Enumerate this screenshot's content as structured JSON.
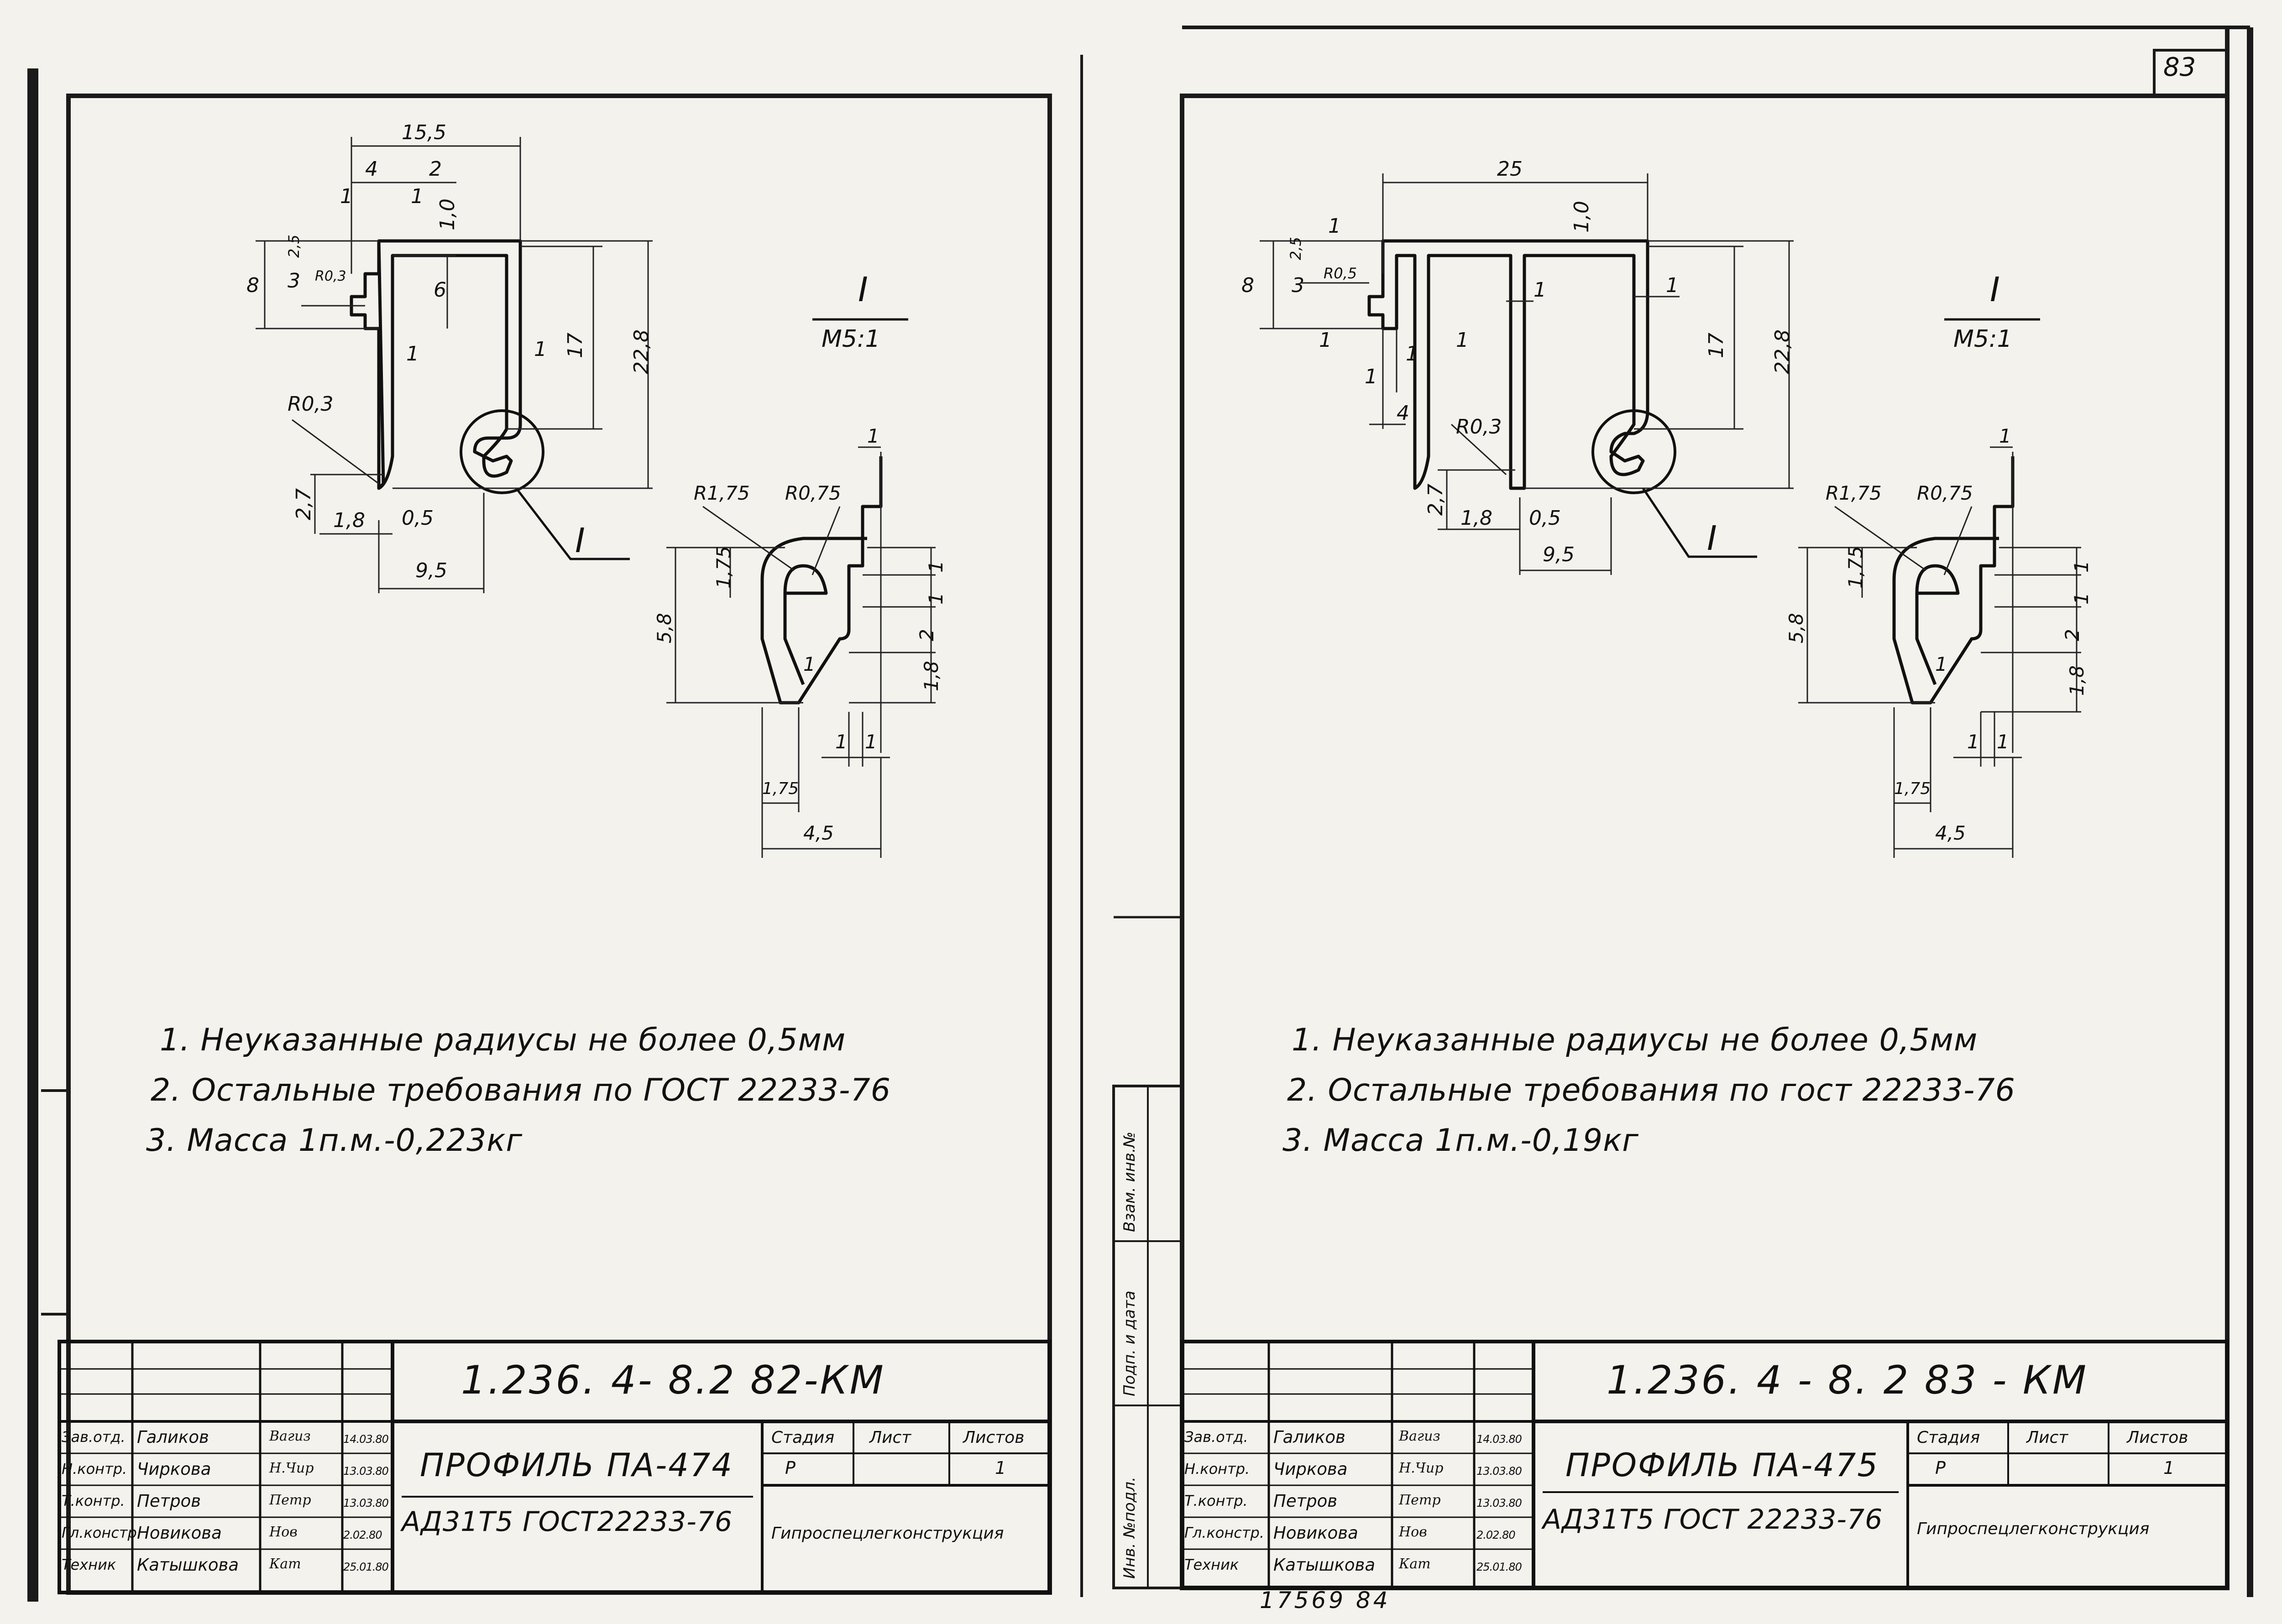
{
  "sheet_number_top": "83",
  "bottom_stamp": "17569   84",
  "left_sheet": {
    "notes": [
      "1. Неуказанные радиусы не более 0,5мм",
      "2. Остальные требования по ГОСТ 22233-76",
      "3. Масса 1п.м.-0,223кг"
    ],
    "detail_label": "I",
    "detail_scale": "М5:1",
    "callout": "I",
    "dims_main": [
      "15,5",
      "4",
      "2",
      "1",
      "1",
      "1,0",
      "2,5",
      "3",
      "R0,3",
      "8",
      "6",
      "1",
      "1",
      "17",
      "22,8",
      "R0,3",
      "2,7",
      "1,8",
      "0,5",
      "9,5"
    ],
    "dims_detail": [
      "1",
      "R1,75",
      "R0,75",
      "1,75",
      "1",
      "1",
      "5,8",
      "2",
      "1",
      "1,8",
      "1",
      "1",
      "1,75",
      "4,5"
    ],
    "title_block": {
      "code": "1.236. 4- 8.2   82-КМ",
      "profile": "ПРОФИЛЬ ПА-474",
      "material": "АД31Т5 ГОСТ22233-76",
      "organization": "Гипроспецлегконструкция",
      "stage_header": "Стадия",
      "sheet_header": "Лист",
      "sheets_header": "Листов",
      "stage": "Р",
      "sheet": "",
      "sheets": "1",
      "signatures": [
        {
          "role": "Зав.отд.",
          "name": "Галиков",
          "sig": "Вагиз",
          "date": "14.03.80"
        },
        {
          "role": "Н.контр.",
          "name": "Чиркова",
          "sig": "Н.Чир",
          "date": "13.03.80"
        },
        {
          "role": "Т.контр.",
          "name": "Петров",
          "sig": "Петр",
          "date": "13.03.80"
        },
        {
          "role": "Гл.констр.",
          "name": "Новикова",
          "sig": "Нов",
          "date": "2.02.80"
        },
        {
          "role": "Техник",
          "name": "Катышкова",
          "sig": "Кат",
          "date": "25.01.80"
        }
      ]
    }
  },
  "right_sheet": {
    "notes": [
      "1. Неуказанные радиусы не более 0,5мм",
      "2. Остальные требования по гост 22233-76",
      "3. Масса 1п.м.-0,19кг"
    ],
    "detail_label": "I",
    "detail_scale": "М5:1",
    "callout": "I",
    "dims_main": [
      "25",
      "1",
      "1,0",
      "2,5",
      "3",
      "R0,5",
      "1",
      "1",
      "8",
      "1",
      "1",
      "1",
      "1",
      "4",
      "17",
      "22,8",
      "R0,3",
      "2,7",
      "1,8",
      "0,5",
      "9,5"
    ],
    "dims_detail": [
      "1",
      "R1,75",
      "R0,75",
      "1,75",
      "1",
      "1",
      "5,8",
      "2",
      "1,8",
      "1",
      "1",
      "1",
      "1,75",
      "4,5"
    ],
    "side_labels": [
      "Инв. №подл.",
      "Подп. и дата",
      "Взам. инв.№"
    ],
    "title_block": {
      "code": "1.236. 4 - 8. 2   83 - КМ",
      "profile": "ПРОФИЛЬ ПА-475",
      "material": "АД31Т5 ГОСТ 22233-76",
      "organization": "Гипроспецлегконструкция",
      "stage_header": "Стадия",
      "sheet_header": "Лист",
      "sheets_header": "Листов",
      "stage": "Р",
      "sheet": "",
      "sheets": "1",
      "signatures": [
        {
          "role": "Зав.отд.",
          "name": "Галиков",
          "sig": "Вагиз",
          "date": "14.03.80"
        },
        {
          "role": "Н.контр.",
          "name": "Чиркова",
          "sig": "Н.Чир",
          "date": "13.03.80"
        },
        {
          "role": "Т.контр.",
          "name": "Петров",
          "sig": "Петр",
          "date": "13.03.80"
        },
        {
          "role": "Гл.констр.",
          "name": "Новикова",
          "sig": "Нов",
          "date": "2.02.80"
        },
        {
          "role": "Техник",
          "name": "Катышкова",
          "sig": "Кат",
          "date": "25.01.80"
        }
      ]
    }
  }
}
